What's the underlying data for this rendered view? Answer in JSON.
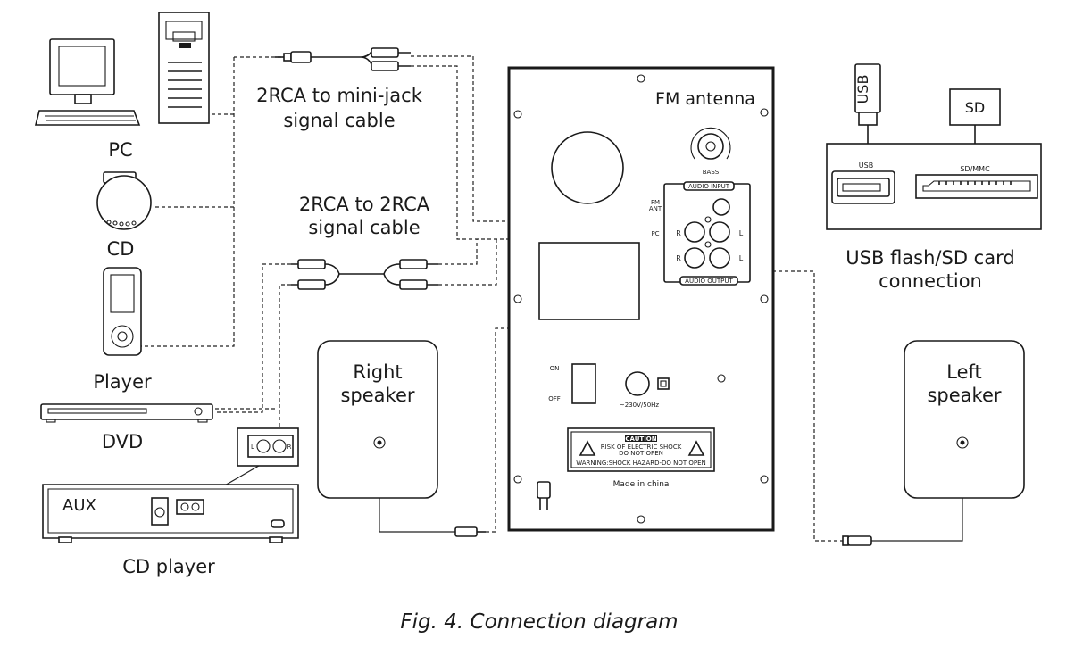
{
  "devices": {
    "pc": "PC",
    "cd": "CD",
    "player": "Player",
    "dvd": "DVD",
    "cd_player": "CD player",
    "aux": "AUX"
  },
  "cables": {
    "minijack_line1": "2RCA to mini-jack",
    "minijack_line2": "signal cable",
    "rca_line1": "2RCA to 2RCA",
    "rca_line2": "signal cable"
  },
  "speakers": {
    "right_line1": "Right",
    "right_line2": "speaker",
    "left_line1": "Left",
    "left_line2": "speaker"
  },
  "panel": {
    "fm_antenna": "FM antenna",
    "bass": "BASS",
    "audio_input": "AUDIO INPUT",
    "fm_ant_1": "FM",
    "fm_ant_2": "ANT",
    "pc": "PC",
    "r": "R",
    "l": "L",
    "audio_output": "AUDIO OUTPUT",
    "on": "ON",
    "off": "OFF",
    "voltage": "~230V/50Hz",
    "caution": "CAUTION",
    "risk": "RISK OF ELECTRIC SHOCK",
    "do_not_open": "DO NOT OPEN",
    "warning": "WARNING:SHOCK HAZARD-DO NOT OPEN",
    "made_in": "Made in china"
  },
  "usb_panel": {
    "usb_stick": "USB",
    "sd_card": "SD",
    "usb_port": "USB",
    "sd_port": "SD/MMC",
    "caption_line1": "USB flash/SD card",
    "caption_line2": "connection"
  },
  "aux_jack": {
    "l": "L",
    "r": "R"
  },
  "caption": "Fig. 4. Connection diagram"
}
